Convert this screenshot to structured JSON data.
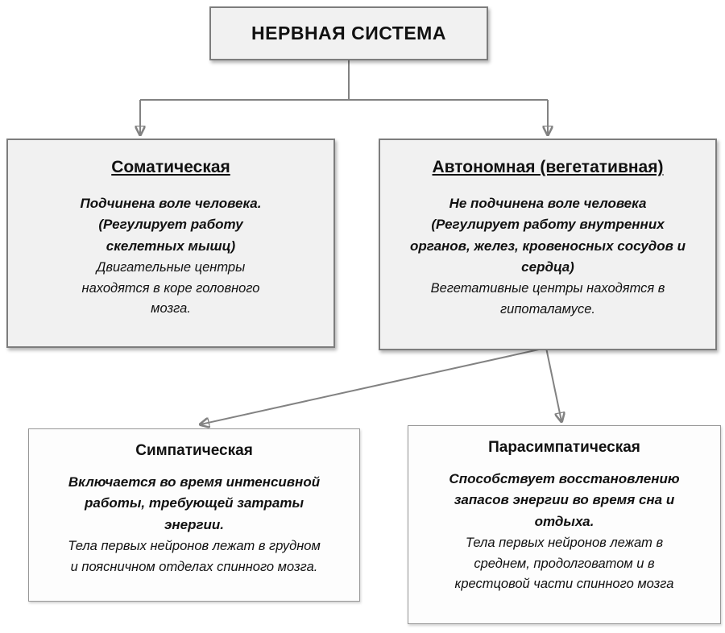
{
  "colors": {
    "background": "#ffffff",
    "box_fill_main": "#f1f1f1",
    "box_fill_leaf": "#fdfdfd",
    "box_border": "#7d7d7d",
    "connector": "#828282",
    "text": "#111111"
  },
  "root": {
    "title": "НЕРВНАЯ СИСТЕМА"
  },
  "level1": [
    {
      "title": "Соматическая",
      "summary": "Подчинена воле человека.\n(Регулирует работу\nскелетных мышц)",
      "detail": "Двигательные центры\nнаходятся в коре головного\nмозга."
    },
    {
      "title": "Автономная (вегетативная)",
      "summary": "Не подчинена воле человека\n(Регулирует работу внутренних\nорганов, желез, кровеносных сосудов и\nсердца)",
      "detail": "Вегетативные центры находятся в\nгипоталамусе."
    }
  ],
  "level2": [
    {
      "title": "Симпатическая",
      "summary": "Включается во время интенсивной\nработы, требующей затраты\nэнергии.",
      "detail": "Тела первых нейронов лежат в грудном\nи поясничном отделах спинного мозга."
    },
    {
      "title": "Парасимпатическая",
      "summary": "Способствует восстановлению\nзапасов энергии во время сна и\nотдыха.",
      "detail": "Тела первых нейронов лежат в\nсреднем, продолговатом и в\nкрестцовой части спинного мозга"
    }
  ]
}
